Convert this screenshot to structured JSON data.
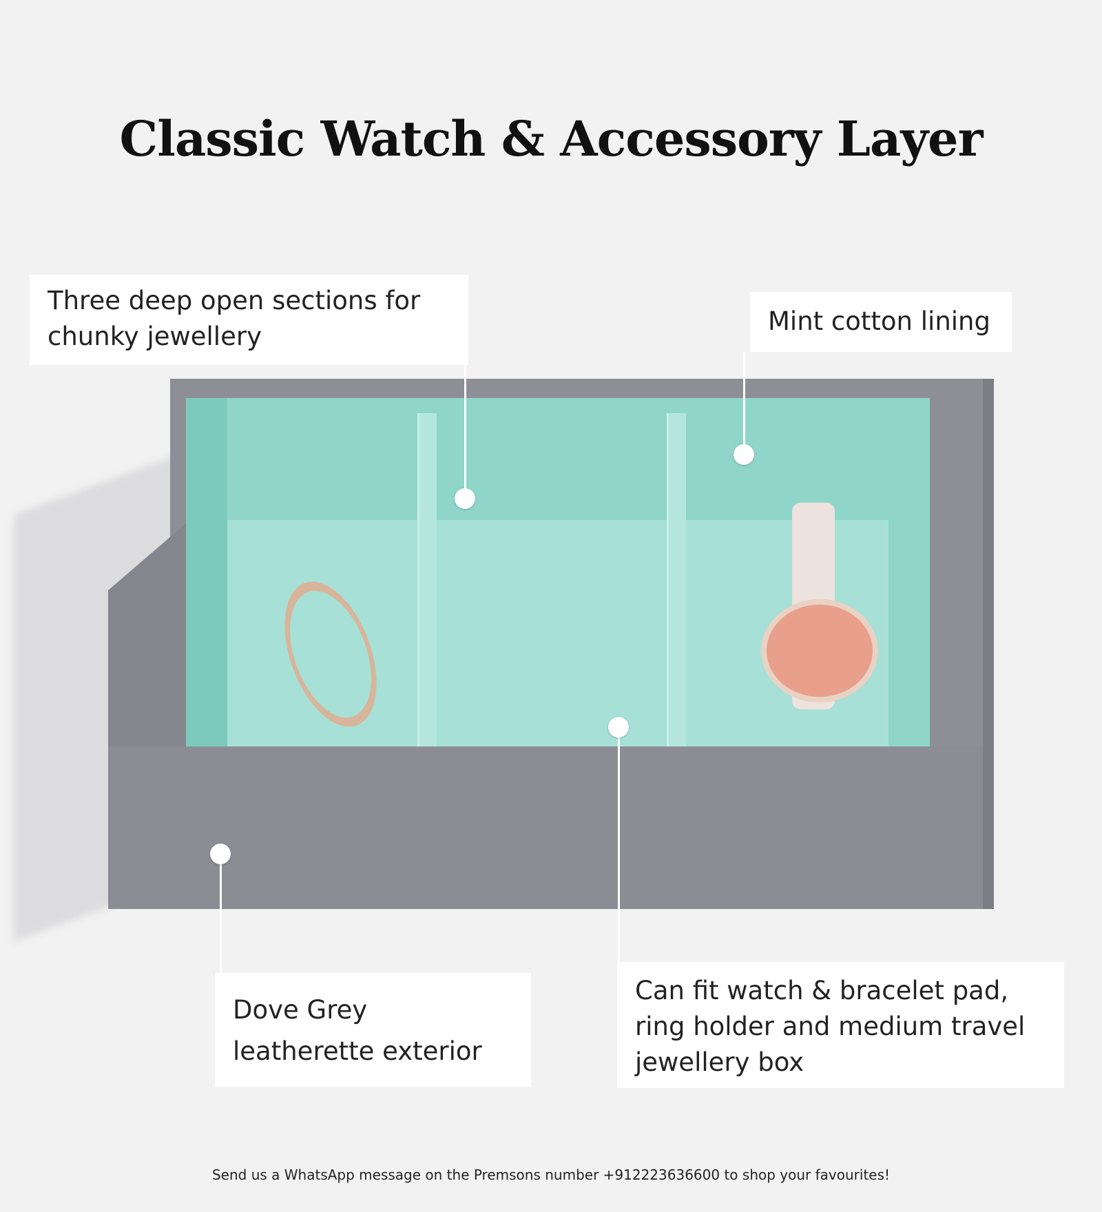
{
  "title": "Classic Watch & Accessory Layer",
  "callouts": [
    {
      "line1": "Three deep open sections for",
      "line2": "chunky jewellery"
    },
    {
      "line1": "Mint cotton lining"
    },
    {
      "line1": "Dove Grey",
      "line2": "leatherette exterior"
    },
    {
      "line1": "Can fit watch & bracelet pad,",
      "line2": "ring holder and medium travel",
      "line3": "jewellery box"
    }
  ],
  "footer": "Send us a WhatsApp message on the Premsons number +912223636600 to shop your favourites!",
  "colors": {
    "background": "#f2f2f2",
    "lining": "#8fd5c9",
    "exterior": "#8c8d94"
  }
}
